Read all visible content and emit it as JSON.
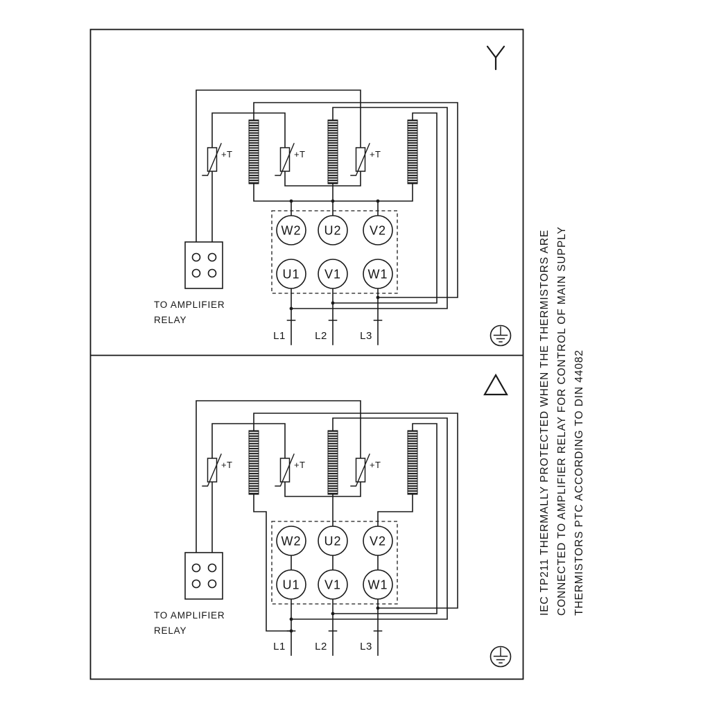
{
  "drawing": {
    "background": "#ffffff",
    "line_color": "#1a1a1a"
  },
  "panels": [
    {
      "name": "star-connection",
      "connection_symbol": "star",
      "relay_label": [
        "TO AMPLIFIER",
        "RELAY"
      ],
      "thermistor_label": "+T",
      "terminals": {
        "top_row": [
          "W2",
          "U2",
          "V2"
        ],
        "bottom_row": [
          "U1",
          "V1",
          "W1"
        ]
      },
      "supply_lines": [
        "L1",
        "L2",
        "L3"
      ]
    },
    {
      "name": "delta-connection",
      "connection_symbol": "delta",
      "relay_label": [
        "TO AMPLIFIER",
        "RELAY"
      ],
      "thermistor_label": "+T",
      "terminals": {
        "top_row": [
          "W2",
          "U2",
          "V2"
        ],
        "bottom_row": [
          "U1",
          "V1",
          "W1"
        ]
      },
      "supply_lines": [
        "L1",
        "L2",
        "L3"
      ]
    }
  ],
  "side_note": {
    "lines": [
      "IEC TP211 THERMALLY PROTECTED WHEN THE THERMISTORS ARE",
      "CONNECTED TO AMPLIFIER RELAY FOR CONTROL OF MAIN SUPPLY",
      "THERMISTORS PTC ACCORDING TO DIN 44082"
    ]
  }
}
